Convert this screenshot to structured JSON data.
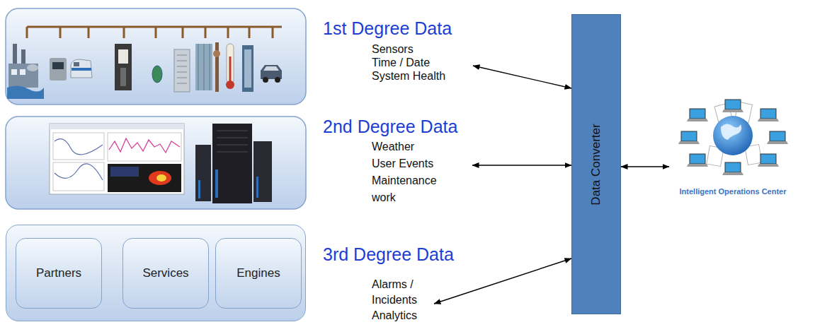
{
  "diagram": {
    "nodes": [
      {
        "text": [
          "1st Degree Data",
          "Sensors",
          "Time / Date",
          "System Health"
        ]
      },
      {
        "text": [
          "2nd Degree Data",
          "Weather",
          "User Events",
          "Maintenance work"
        ]
      },
      {
        "text": []
      },
      {
        "text": [
          "Partners"
        ],
        "in": 2
      },
      {
        "text": [
          "Services"
        ],
        "in": 2
      },
      {
        "text": [
          "Engines"
        ],
        "in": 2
      },
      {
        "text": [
          "3rd Degree Data",
          "Alarms / Incidents",
          "Analytics"
        ]
      },
      {
        "text": [
          "Data Converter"
        ]
      },
      {
        "text": [
          "Intelligent Operations Center"
        ]
      }
    ],
    "edges": [
      {
        "from": 0,
        "to": 7,
        "arrow": "both"
      },
      {
        "from": 1,
        "to": 7,
        "arrow": "both"
      },
      {
        "from": 6,
        "to": 7,
        "arrow": "both"
      },
      {
        "from": 7,
        "to": 8,
        "arrow": "both"
      }
    ]
  }
}
